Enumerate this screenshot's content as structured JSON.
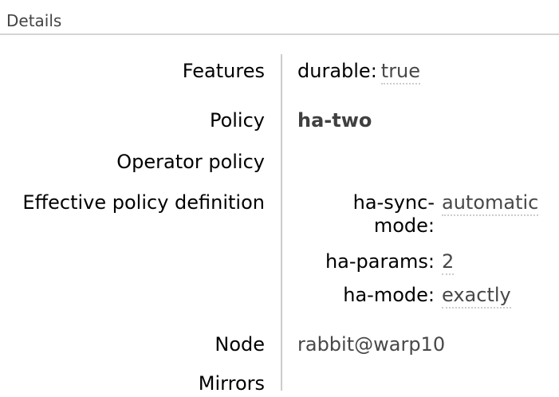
{
  "panel": {
    "title": "Details"
  },
  "table": {
    "rows": [
      {
        "label": "Features"
      },
      {
        "label": "Policy",
        "value": "ha-two"
      },
      {
        "label": "Operator policy",
        "value": ""
      },
      {
        "label": "Effective policy definition"
      },
      {
        "label": "Node",
        "value": "rabbit@warp10"
      },
      {
        "label": "Mirrors",
        "value": ""
      }
    ],
    "features_args": [
      {
        "key": "durable:",
        "value": "true"
      }
    ],
    "effective_policy_args": [
      {
        "key": "ha-sync-mode:",
        "value": "automatic"
      },
      {
        "key": "ha-params:",
        "value": "2"
      },
      {
        "key": "ha-mode:",
        "value": "exactly"
      }
    ]
  },
  "colors": {
    "title": "#444444",
    "label": "#000000",
    "value": "#484848",
    "divider": "#cccccc",
    "rule": "#d4d4d4",
    "dotted_underline": "#cccccc"
  }
}
